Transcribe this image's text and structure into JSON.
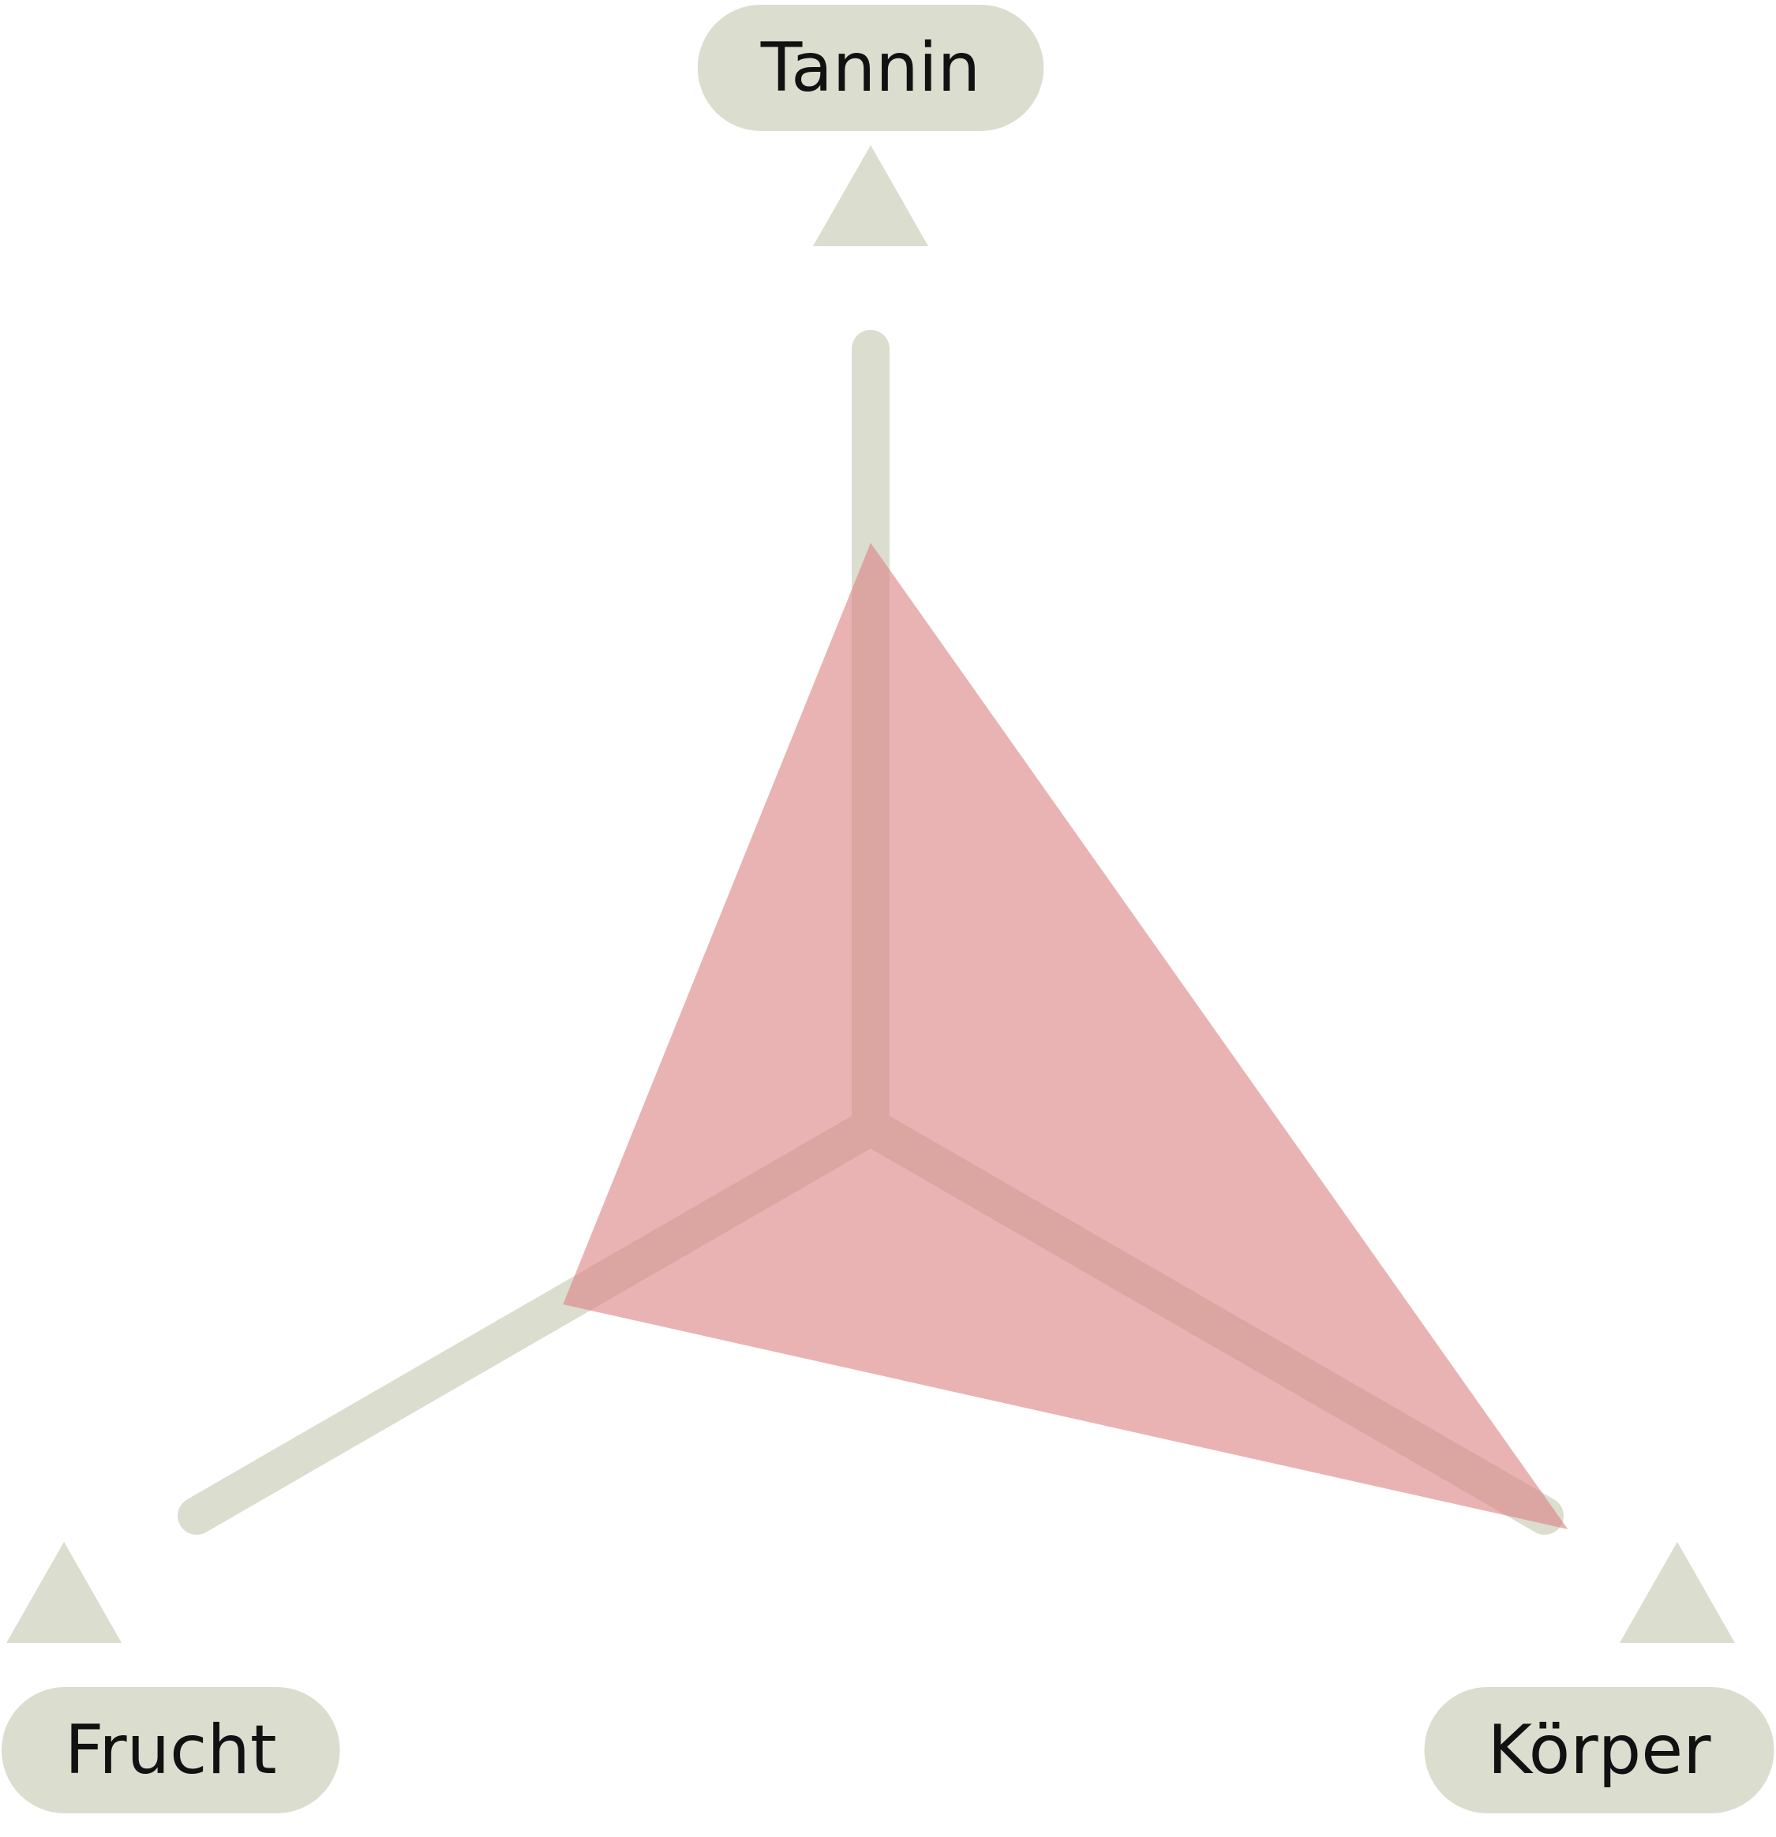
{
  "chart_data": {
    "type": "radar",
    "axes": [
      {
        "label": "Tannin"
      },
      {
        "label": "Körper"
      },
      {
        "label": "Frucht"
      }
    ],
    "series": [
      {
        "values": [
          0.74,
          1.02,
          0.45
        ]
      }
    ],
    "range": [
      0,
      1
    ],
    "colors": {
      "axis": "#dbddcf",
      "fill": "#dc8585",
      "fill_opacity": 0.62,
      "label_bg": "#dbddcf",
      "text": "#111111"
    }
  }
}
